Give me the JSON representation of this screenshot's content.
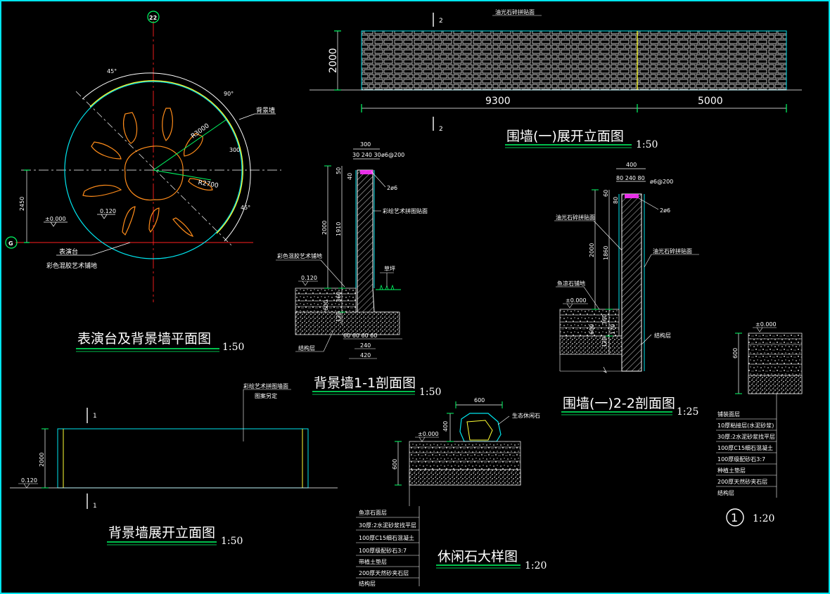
{
  "plan": {
    "title": "表演台及背景墙平面图",
    "scale": "1:50",
    "axis_top": "22",
    "axis_left": "G",
    "angle_top": "45°",
    "angle_right_top": "90°",
    "angle_right_bottom": "45°",
    "label_bg_wall": "背景墙",
    "radius_outer": "R3000",
    "radius_inner": "R2700",
    "dim_300": "300",
    "dim_2450": "2450",
    "level_0": "±0.000",
    "level_120": "0.120",
    "note_line1": "表演台",
    "note_line2": "彩色混胶艺术铺地"
  },
  "unfold": {
    "title": "围墙(一)展开立面图",
    "scale": "1:50",
    "section_mark": "2",
    "finish_label": "油光石碎拼贴面",
    "height": "2000",
    "width_left": "9300",
    "width_right": "5000"
  },
  "section11": {
    "title": "背景墙1-1剖面图",
    "scale": "1:50",
    "dim_300": "300",
    "dim_top_row": "30 240 30",
    "rebar_top": "ø6@200",
    "rebar_side": "2ø6",
    "finish_label": "彩绘艺术拼图贴面",
    "floor_label": "彩色混胶艺术铺地",
    "grass_label": "草坪",
    "base_label": "结构层",
    "level": "0.120",
    "dim_2000": "2000",
    "dim_1910": "1910",
    "dim_50": "50",
    "dim_40": "40",
    "dim_600": "600",
    "dim_360": "360",
    "dim_120": "120",
    "bottom_row": "60  60  60  60",
    "dim_240": "240",
    "dim_420": "420"
  },
  "section22": {
    "title": "围墙(一)2-2剖面图",
    "scale": "1:25",
    "dim_400": "400",
    "dim_top_row": "80 240 80",
    "rebar_top": "ø6@200",
    "rebar_side": "2ø6",
    "finish_left": "油光石碎拼贴面",
    "finish_right": "油光石碎拼贴面",
    "floor_label": "鱼凉石铺地",
    "base_label": "结构层",
    "level": "±0.000",
    "dim_2000": "2000",
    "dim_1860": "1860",
    "dim_60": "60",
    "dim_80": "80",
    "dim_600": "600",
    "dim_360": "360",
    "dim_170": "170",
    "dim_120": "120"
  },
  "elevation": {
    "title": "背景墙展开立面图",
    "scale": "1:50",
    "section_mark": "1",
    "note_line1": "彩绘艺术拼图墙面",
    "note_line2": "图案另定",
    "height": "2000",
    "level": "0.120"
  },
  "stone": {
    "title": "休闲石大样图",
    "scale": "1:20",
    "dim_600_w": "600",
    "dim_400": "400",
    "dim_600_h": "600",
    "level": "±0.000",
    "stone_label": "生态休闲石",
    "layers": [
      "鱼凉石面层",
      "30厚:2水泥砂浆找平层",
      "100厚C15细石混凝土",
      "100厚级配砂石3:7",
      "带植土垫层",
      "200厚天然砂夹石层",
      "结构层"
    ]
  },
  "detail1": {
    "level": "±0.000",
    "dim_600": "600",
    "layers": [
      "铺装面层",
      "10厚粘接层(水泥砂浆)",
      "30厚:2水泥砂浆找平层",
      "100厚C15细石混凝土",
      "100厚级配砂石3:7",
      "种植土垫层",
      "200厚天然砂夹石层",
      "结构层"
    ],
    "number": "1",
    "scale": "1:20"
  },
  "colors": {
    "background": "#000000",
    "cyan": "#00e5ee",
    "green": "#00ff66",
    "yellow": "#ffff33",
    "red": "#ff2020",
    "orange": "#ff8c1a",
    "magenta": "#ff33ff",
    "white": "#ffffff"
  }
}
